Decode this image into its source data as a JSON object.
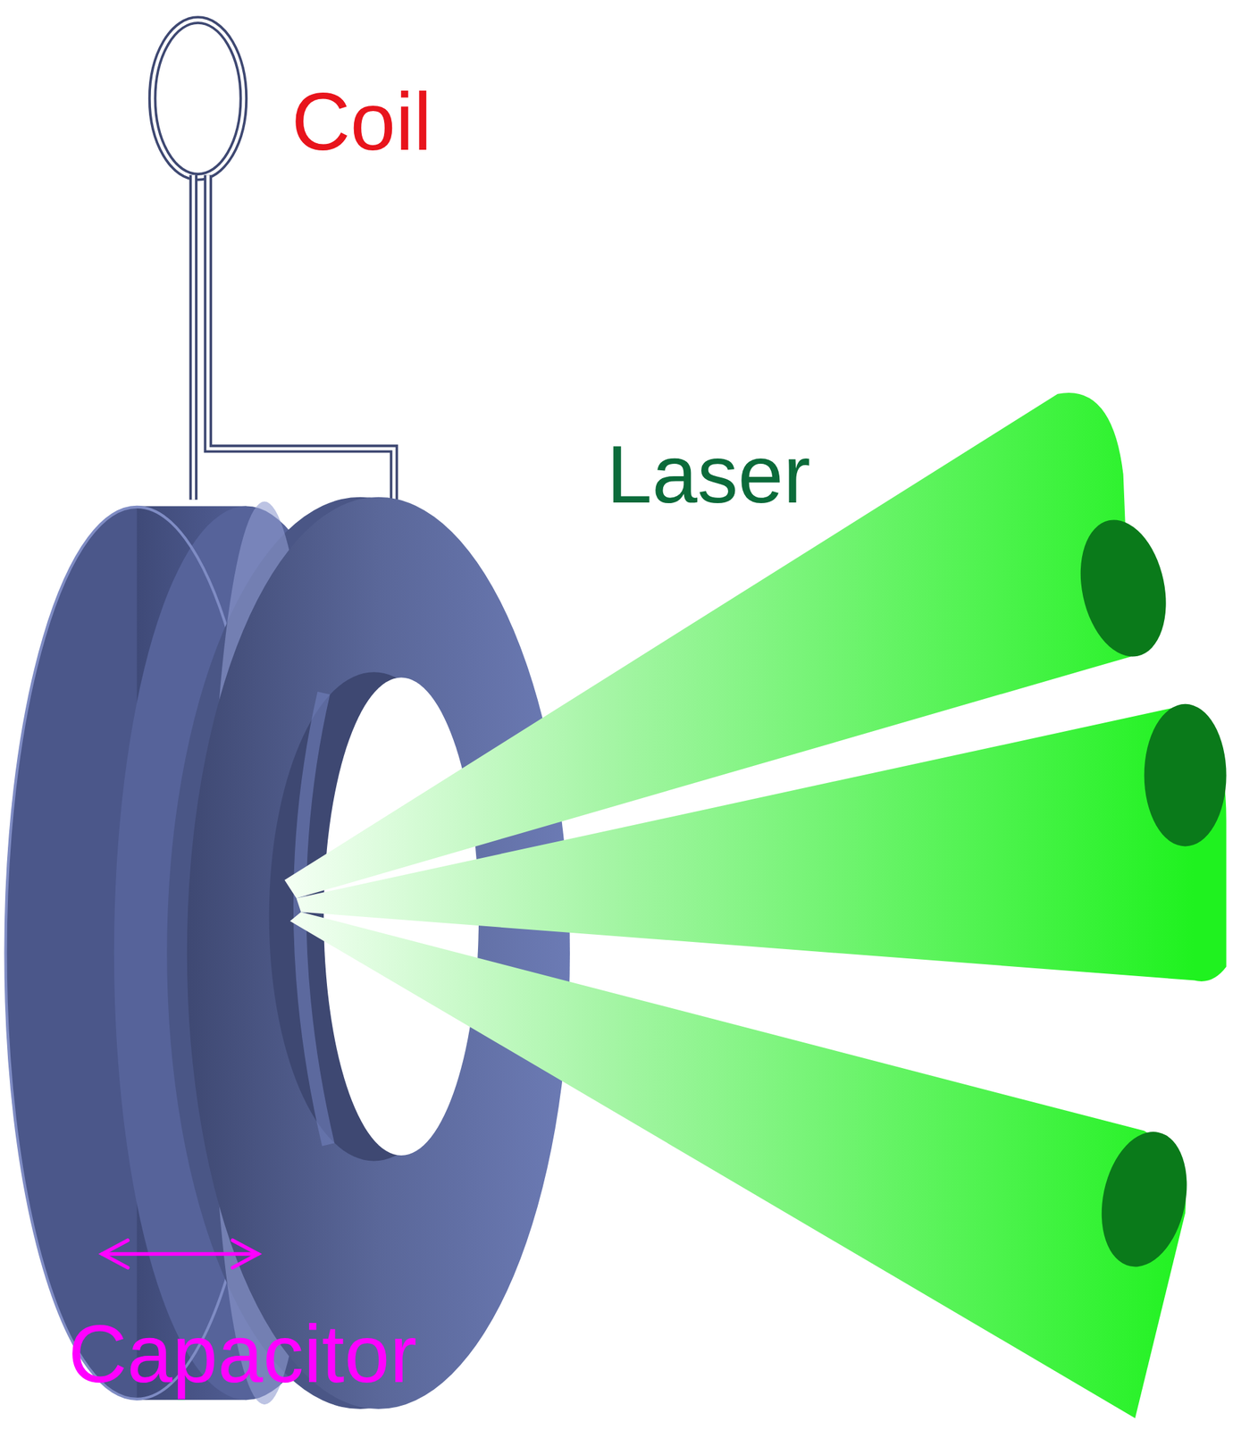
{
  "diagram": {
    "labels": [
      "Coil",
      "Laser",
      "Capacitor"
    ]
  }
}
